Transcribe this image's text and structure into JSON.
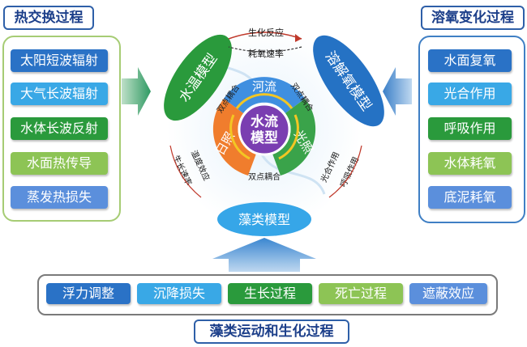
{
  "left_panel": {
    "title": "热交换过程",
    "items": [
      "太阳短波辐射",
      "大气长波辐射",
      "水体长波反射",
      "水面热传导",
      "蒸发热损失"
    ]
  },
  "right_panel": {
    "title": "溶氧变化过程",
    "items": [
      "水面复氧",
      "光合作用",
      "呼吸作用",
      "水体耗氧",
      "底泥耗氧"
    ]
  },
  "bottom_panel": {
    "title": "藻类运动和生化过程",
    "items": [
      "浮力调整",
      "沉降损失",
      "生长过程",
      "死亡过程",
      "遮蔽效应"
    ]
  },
  "center": {
    "core": "水流\n模型",
    "segments": [
      "河流",
      "光照",
      "日照"
    ],
    "models": {
      "water_temp": "水温模型",
      "dissolved_oxygen": "溶解氧模型",
      "algae": "藻类模型"
    },
    "links": {
      "top_upper": "生化反应",
      "top_lower": "耗氧速率",
      "inner_left": "双点耦合",
      "inner_right": "双点耦合",
      "inner_bottom": "双点耦合",
      "outer_left_a": "生长速率",
      "outer_left_b": "温度效应",
      "outer_right_a": "光合作用",
      "outer_right_b": "呼吸作用"
    }
  },
  "colors": {
    "title_border": "#2e5fa8",
    "left_border": "#a6cc74",
    "right_border": "#3f7fc4",
    "bottom_border": "#7a7a7a",
    "blue_dark": "#2a72c6",
    "blue_light": "#39a8e6",
    "green": "#2a9a3c",
    "green_light": "#8dc455",
    "blue_soft": "#5b8fdc",
    "orange": "#f07d2d",
    "purple": "#7a3eb1",
    "big_arrow": "#3aa06a"
  }
}
